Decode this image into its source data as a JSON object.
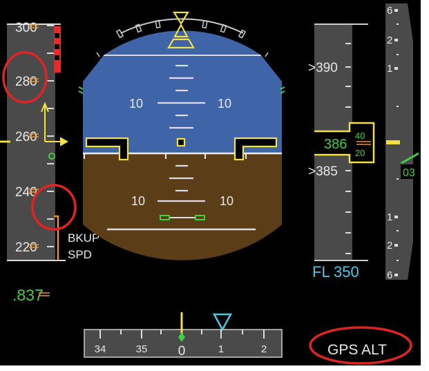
{
  "colors": {
    "background": "#000000",
    "tape": "#4a4a4a",
    "sky": "#3f65a8",
    "ground": "#5b3d17",
    "yellow": "#f2e23a",
    "green": "#3fd13f",
    "cyan": "#4fc8e8",
    "orange": "#e8952a",
    "annotation_red": "#e02424",
    "white": "#e8e8e8"
  },
  "speed_tape": {
    "labels": [
      "300",
      "280",
      "260",
      "240",
      "220"
    ],
    "mach": ".837",
    "backup_speed": [
      "BKUP",
      "SPD"
    ]
  },
  "attitude": {
    "pitch_labels": [
      "10",
      "10",
      "10",
      "10"
    ]
  },
  "altitude_tape": {
    "labels": [
      ">390",
      ">385"
    ],
    "current_hundreds": "386",
    "rolling_digits": [
      "40",
      "20"
    ],
    "selected_altitude": "FL 350"
  },
  "vertical_speed": {
    "scale_labels": [
      "6",
      "2",
      "1",
      "1",
      "2",
      "6"
    ],
    "readout": "03"
  },
  "heading": {
    "labels": [
      "34",
      "35",
      "0",
      "1",
      "2"
    ]
  },
  "status": {
    "gps_alt": "GPS ALT"
  }
}
